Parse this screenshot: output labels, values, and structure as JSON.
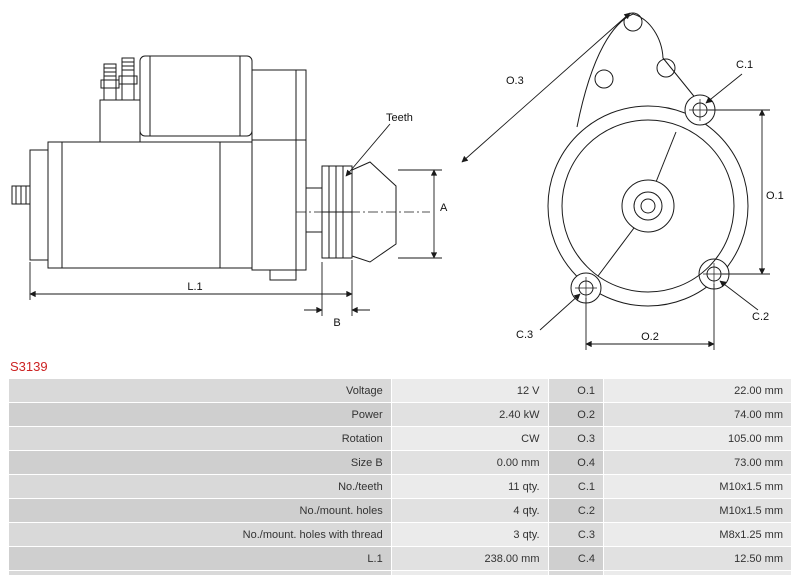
{
  "part_number": "S3139",
  "colors": {
    "part_number_red": "#cc2222",
    "drawing_line": "#1a1a1a",
    "row_label_light": "#d9d9d9",
    "row_value_light": "#ebebeb",
    "row_label_dark": "#cfcfcf",
    "row_value_dark": "#e1e1e1"
  },
  "diagram": {
    "side_view_labels": {
      "teeth": "Teeth",
      "a": "A",
      "l1": "L.1",
      "b": "B"
    },
    "front_view_labels": {
      "o1": "O.1",
      "o2": "O.2",
      "o3": "O.3",
      "c1": "C.1",
      "c2": "C.2",
      "c3": "C.3"
    }
  },
  "spec_table": {
    "rows": [
      {
        "label": "Voltage",
        "value": "12 V",
        "code": "O.1",
        "code_value": "22.00 mm"
      },
      {
        "label": "Power",
        "value": "2.40 kW",
        "code": "O.2",
        "code_value": "74.00 mm"
      },
      {
        "label": "Rotation",
        "value": "CW",
        "code": "O.3",
        "code_value": "105.00 mm"
      },
      {
        "label": "Size B",
        "value": "0.00 mm",
        "code": "O.4",
        "code_value": "73.00 mm"
      },
      {
        "label": "No./teeth",
        "value": "11 qty.",
        "code": "C.1",
        "code_value": "M10x1.5 mm"
      },
      {
        "label": "No./mount. holes",
        "value": "4 qty.",
        "code": "C.2",
        "code_value": "M10x1.5 mm"
      },
      {
        "label": "No./mount. holes with thread",
        "value": "3 qty.",
        "code": "C.3",
        "code_value": "M8x1.25 mm"
      },
      {
        "label": "L.1",
        "value": "238.00 mm",
        "code": "C.4",
        "code_value": "12.50 mm"
      }
    ]
  }
}
